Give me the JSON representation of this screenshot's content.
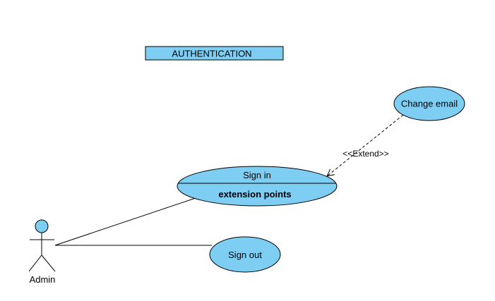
{
  "colors": {
    "fill": "#7ecef4",
    "stroke": "#000000",
    "background": "#ffffff"
  },
  "boundary": {
    "title": "AUTHENTICATION"
  },
  "actor": {
    "name": "Admin"
  },
  "use_cases": {
    "sign_in": {
      "name": "Sign in",
      "compartment": "extension points"
    },
    "sign_out": {
      "name": "Sign out"
    },
    "change_email": {
      "name": "Change email"
    }
  },
  "relationships": {
    "extend_label": "<<Extend>>"
  }
}
